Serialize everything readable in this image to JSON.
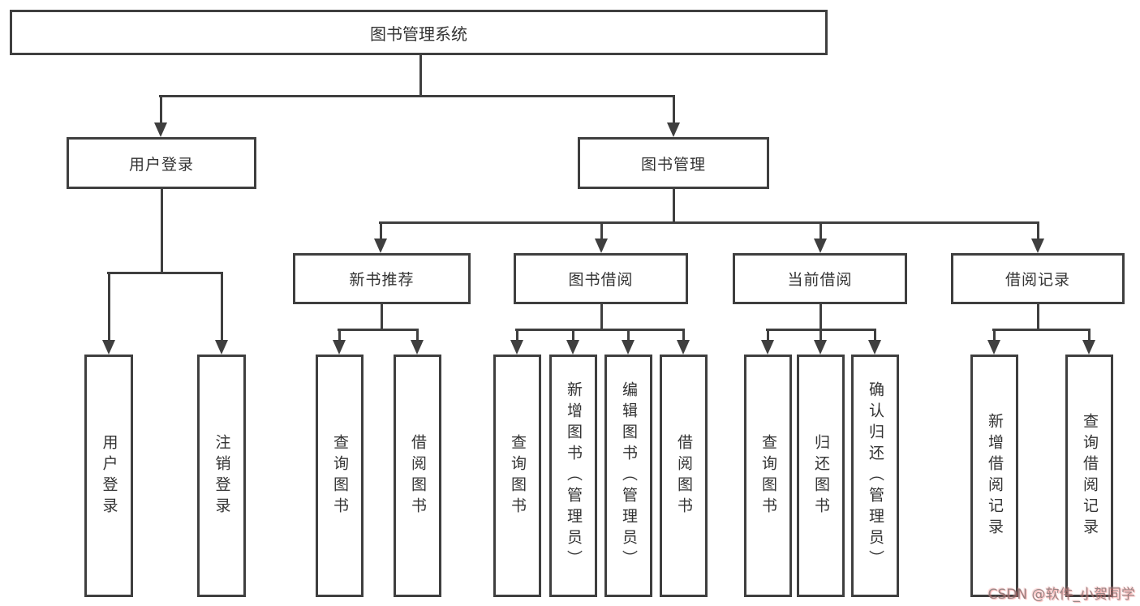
{
  "colors": {
    "line": "#3f3f3f",
    "text": "#333333",
    "background": "#ffffff",
    "watermark": "#7d7070"
  },
  "watermark": {
    "text": "CSDN @软件_小贺同学"
  },
  "tree": {
    "root": {
      "label": "图书管理系统"
    },
    "branches": [
      {
        "label": "用户登录",
        "children": [
          {
            "label": "用户登录"
          },
          {
            "label": "注销登录"
          }
        ]
      },
      {
        "label": "图书管理",
        "children": [
          {
            "label": "新书推荐",
            "children": [
              {
                "label": "查询图书"
              },
              {
                "label": "借阅图书"
              }
            ]
          },
          {
            "label": "图书借阅",
            "children": [
              {
                "label": "查询图书"
              },
              {
                "label": "新增图书（管理员）"
              },
              {
                "label": "编辑图书（管理员）"
              },
              {
                "label": "借阅图书"
              }
            ]
          },
          {
            "label": "当前借阅",
            "children": [
              {
                "label": "查询图书"
              },
              {
                "label": "归还图书"
              },
              {
                "label": "确认归还（管理员）"
              }
            ]
          },
          {
            "label": "借阅记录",
            "children": [
              {
                "label": "新增借阅记录"
              },
              {
                "label": "查询借阅记录"
              }
            ]
          }
        ]
      }
    ]
  }
}
